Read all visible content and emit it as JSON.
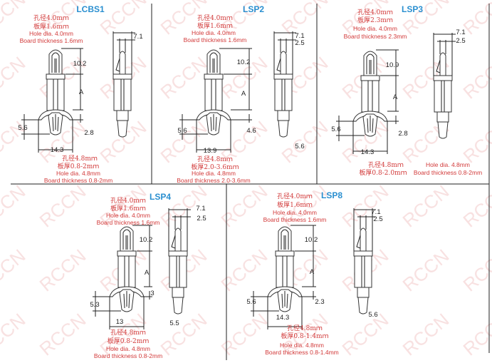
{
  "watermark": "RCCN",
  "colors": {
    "title": "#2a8fd0",
    "spec_text": "#d23a3a",
    "drawing": "#222222"
  },
  "parts": [
    {
      "title": "LCBS1",
      "top_cn": [
        "孔径4.0mｍ",
        "板厚1.6mｍ"
      ],
      "top_en": [
        "Hole dia. 4.0mm",
        "Board thickness 1.6mm"
      ],
      "dims": [
        "7.1",
        "10.2",
        "A",
        "5.6",
        "2.8",
        "14.3"
      ],
      "bottom_cn": [
        "孔径4.8mｍ",
        "板厚0.8-2mｍ"
      ],
      "bottom_en": [
        "Hole dia. 4.8mm",
        "Board thickness 0.8-2mm"
      ]
    },
    {
      "title": "LSP2",
      "top_cn": [
        "孔径4.0mｍ",
        "板厚1.6mｍ"
      ],
      "top_en": [
        "Hole dia. 4.0mm",
        "Board thickness 1.6mm"
      ],
      "dims": [
        "7.1",
        "2.5",
        "10.2",
        "A",
        "5.6",
        "4.6",
        "13.9",
        "5.6"
      ],
      "bottom_cn": [
        "孔径4.8mｍ",
        "板厚2.0-3.6mｍ"
      ],
      "bottom_en": [
        "Hole dia. 4.8mm",
        "Board thickness 2.0-3.6mm"
      ]
    },
    {
      "title": "LSP3",
      "top_cn": [
        "孔径4.0mｍ",
        "板厚2.3mｍ"
      ],
      "top_en": [
        "Hole dia. 4.0mm",
        "Board thickness 2.3mm"
      ],
      "dims": [
        "7.1",
        "2.5",
        "10.9",
        "A",
        "5.6",
        "2.8",
        "14.3"
      ],
      "bottom_cn": [
        "孔径4.8mｍ",
        "板厚0.8-2.0mｍ"
      ],
      "bottom_en": [
        "Hole dia. 4.8mm",
        "Board thickness 0.8-2mm"
      ]
    },
    {
      "title": "LSP4",
      "top_cn": [
        "孔径4.0mｍ",
        "板厚1.6mｍ"
      ],
      "top_en": [
        "Hole dia. 4.0mm",
        "Board thickness 1.6mm"
      ],
      "dims": [
        "7.1",
        "2.5",
        "10.2",
        "A",
        "3",
        "5.3",
        "13",
        "5.5"
      ],
      "bottom_cn": [
        "孔径4.8mｍ",
        "板厚0.8-2mｍ"
      ],
      "bottom_en": [
        "Hole dia. 4.8mm",
        "Board thickness 0.8-2mm"
      ]
    },
    {
      "title": "LSP8",
      "top_cn": [
        "孔径4.0mｍ",
        "板厚1.6mｍ"
      ],
      "top_en": [
        "Hole dia. 4.0mm",
        "Board thickness 1.6mm"
      ],
      "dims": [
        "7.1",
        "2.5",
        "10.2",
        "A",
        "5.6",
        "2.3",
        "14.3",
        "5.6"
      ],
      "bottom_cn": [
        "孔径4.8mｍ",
        "板厚0.8-1.4mｍ"
      ],
      "bottom_en": [
        "Hole dia. 4.8mm",
        "Board thickness 0.8-1.4mm"
      ]
    }
  ]
}
